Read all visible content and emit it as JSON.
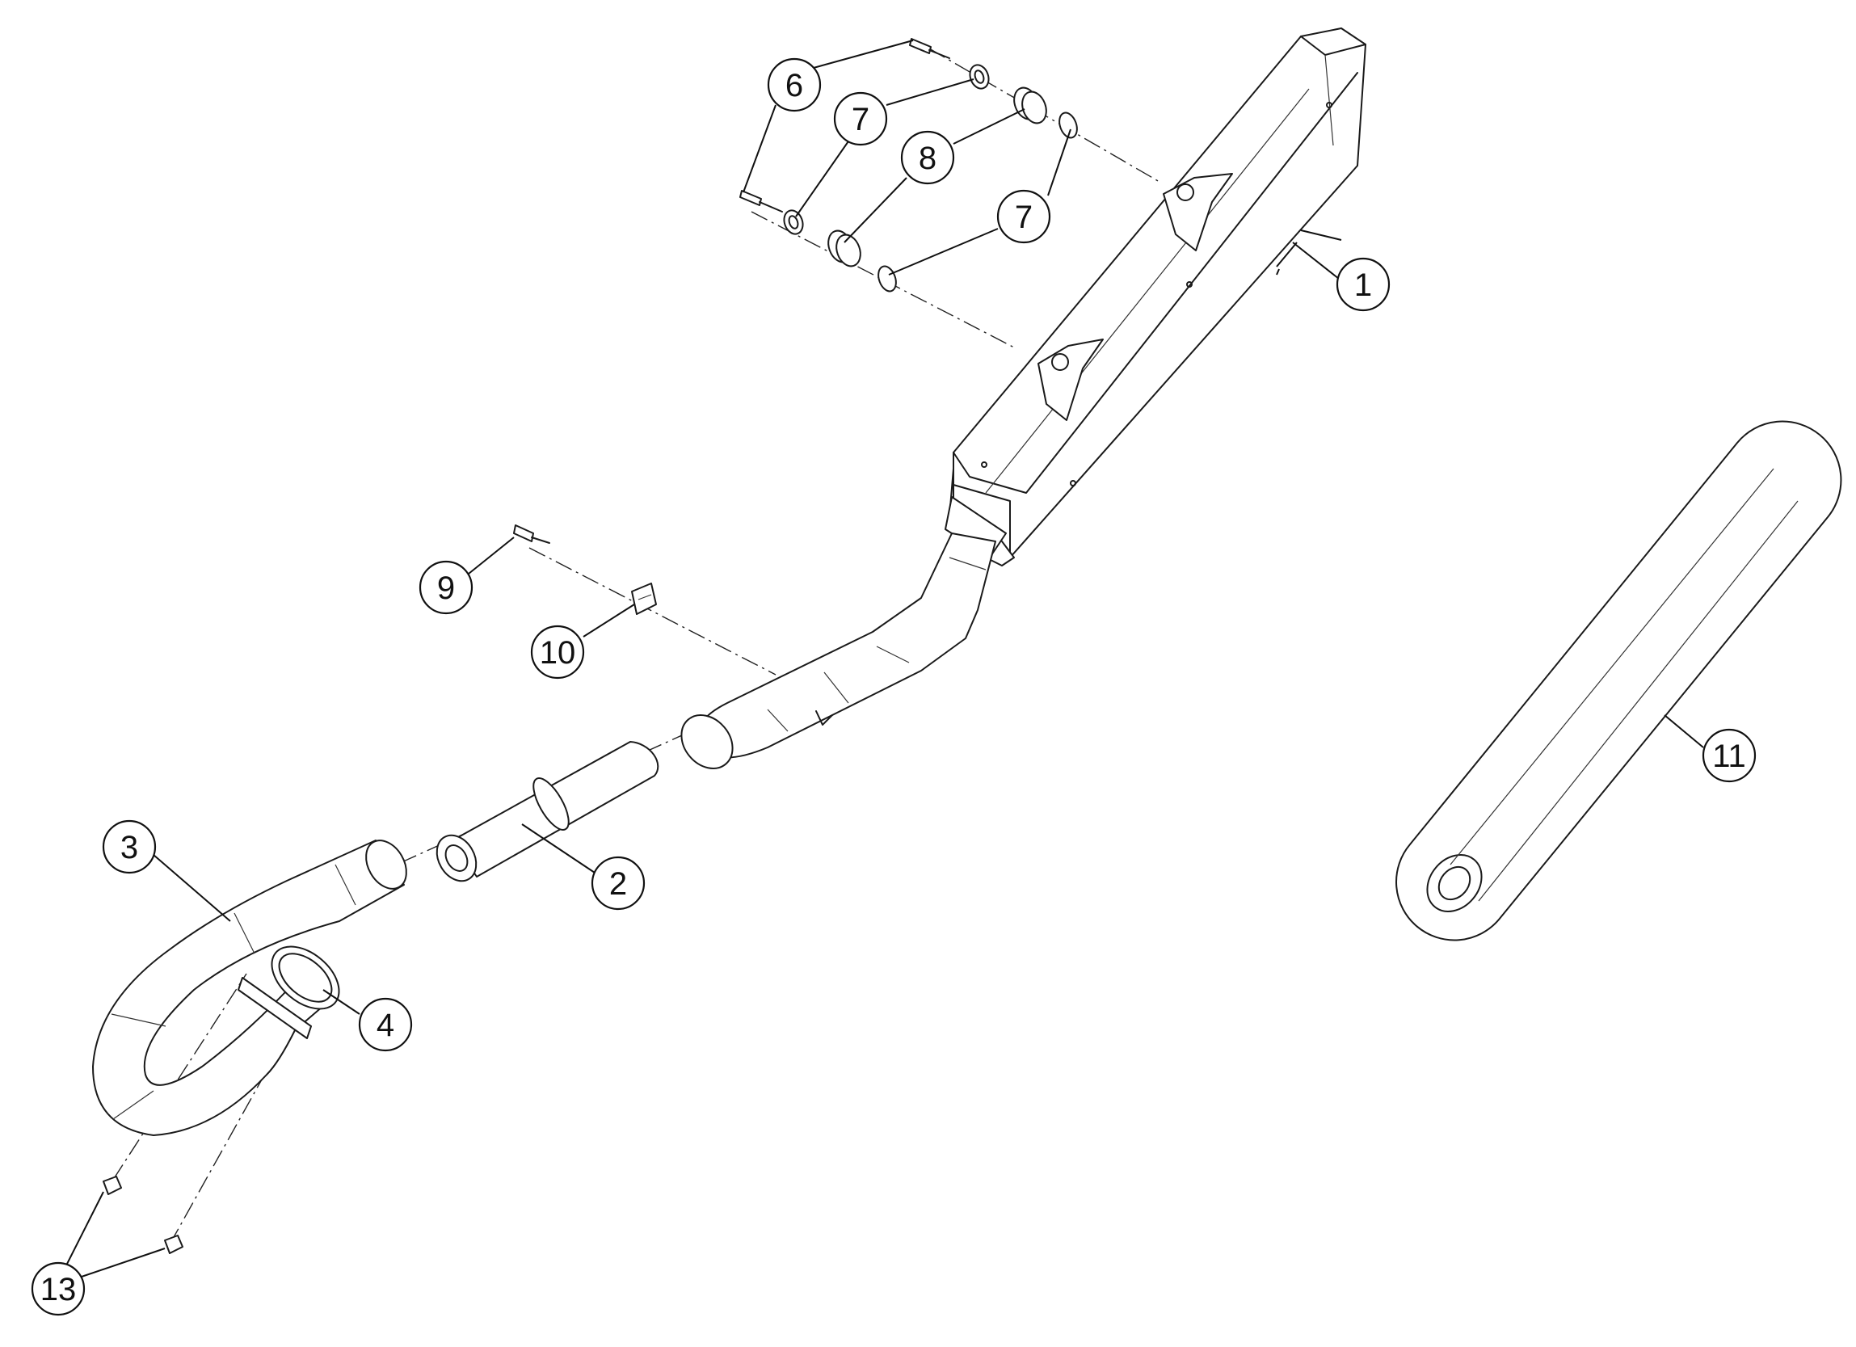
{
  "diagram": {
    "type": "exploded-parts-view",
    "callouts": [
      {
        "id": "c1",
        "label": "1"
      },
      {
        "id": "c2",
        "label": "2"
      },
      {
        "id": "c3",
        "label": "3"
      },
      {
        "id": "c4",
        "label": "4"
      },
      {
        "id": "c6",
        "label": "6"
      },
      {
        "id": "c7a",
        "label": "7"
      },
      {
        "id": "c7b",
        "label": "7"
      },
      {
        "id": "c8",
        "label": "8"
      },
      {
        "id": "c9",
        "label": "9"
      },
      {
        "id": "c10",
        "label": "10"
      },
      {
        "id": "c11",
        "label": "11"
      },
      {
        "id": "c13",
        "label": "13"
      }
    ]
  }
}
